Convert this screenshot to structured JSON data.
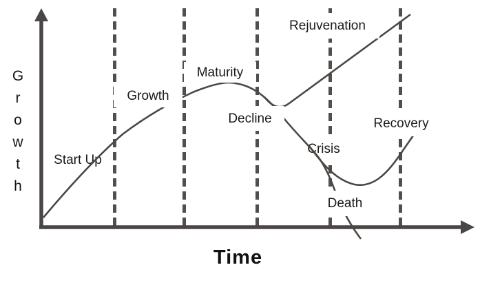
{
  "diagram": {
    "type": "business-lifecycle-curve",
    "axes": {
      "y_label": "Growth",
      "x_label": "Time"
    },
    "stages": [
      {
        "id": "startup",
        "label": "Start Up"
      },
      {
        "id": "growth",
        "label": "Growth"
      },
      {
        "id": "maturity",
        "label": "Maturity"
      },
      {
        "id": "decline",
        "label": "Decline"
      },
      {
        "id": "rejuvenation",
        "label": "Rejuvenation"
      },
      {
        "id": "crisis",
        "label": "Crisis"
      },
      {
        "id": "recovery",
        "label": "Recovery"
      },
      {
        "id": "death",
        "label": "Death"
      }
    ],
    "curves": [
      {
        "name": "lifecycle-curve",
        "description": "rises from origin through Start Up and Growth, peaks under Maturity, declines through Decline and Crisis, falls past Death and crosses below the time axis"
      },
      {
        "name": "rejuvenation-line",
        "description": "branches off the declining curve and rises straight to the upper right past the Rejuvenation label"
      },
      {
        "name": "recovery-curve",
        "description": "branches off the falling curve, bottoms out, then rises toward the Recovery label"
      }
    ],
    "dividers": {
      "count": 5,
      "style": "vertical dashed lines"
    },
    "colors": {
      "background": "#ffffff",
      "axis": "#4a4645",
      "dashed_divider": "#514e4c",
      "curve": "#4c4744",
      "label_background": "#ffffff",
      "label_text": "#1c1a19"
    }
  }
}
